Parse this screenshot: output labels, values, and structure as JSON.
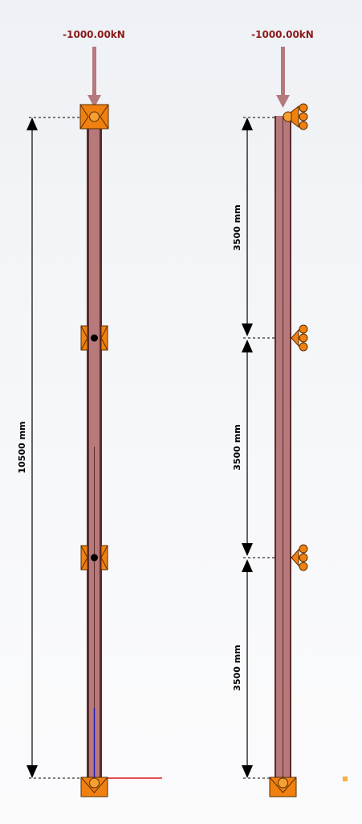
{
  "left_view": {
    "load_label": "-1000.00kN",
    "total_length_label": "10500 mm"
  },
  "right_view": {
    "load_label": "-1000.00kN",
    "segment_labels": [
      "3500 mm",
      "3500 mm",
      "3500 mm"
    ]
  },
  "colors": {
    "member_fill": "#b8797b",
    "member_edge": "#5a2a2c",
    "load_arrow": "#b57a7c",
    "load_text": "#8b1a1a",
    "support_fill": "#f08010",
    "support_edge": "#5a2d00",
    "axis_x": "#e01818",
    "axis_y": "#2020c0",
    "node": "#000000",
    "dim_line": "#000000",
    "marker": "#f5b040"
  },
  "icons": {
    "top_support_left": "pinned-support-icon",
    "mid_support": "lateral-bracing-icon",
    "bottom_support": "fixed-support-icon",
    "roller_support": "roller-support-icon",
    "local_axes": "local-axes-icon"
  }
}
